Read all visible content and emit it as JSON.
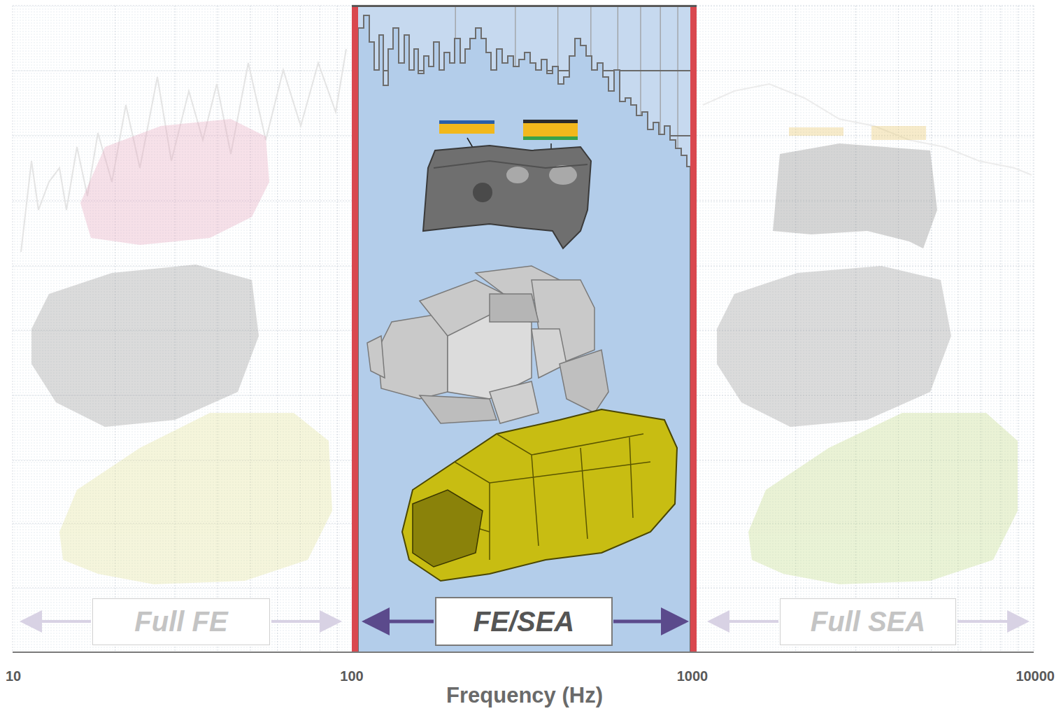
{
  "diagram": {
    "nodes": [
      {
        "text": [
          "Full FE"
        ]
      },
      {
        "text": [
          "FE/SEA"
        ]
      },
      {
        "text": [
          "Full SEA"
        ]
      }
    ],
    "labels": [
      "10",
      "100",
      "1000",
      "10000",
      "Frequency (Hz)"
    ]
  }
}
